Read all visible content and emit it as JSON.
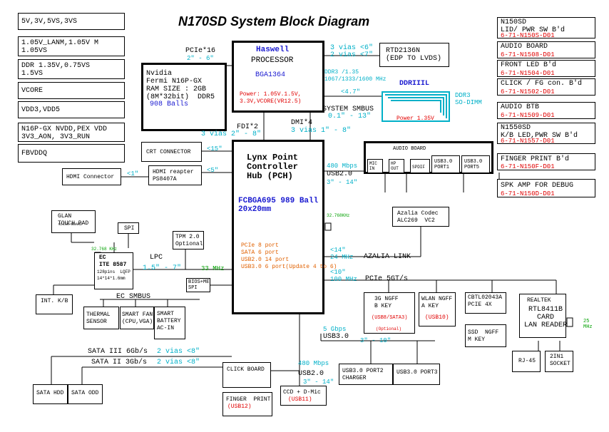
{
  "title": "N170SD System Block Diagram",
  "left_power": [
    "5V,3V,5VS,3VS",
    "1.05V_LANM,1.05V M\n1.05VS",
    "DDR 1.35V,0.75VS\n1.5VS",
    "VCORE",
    "VDD3,VDD5",
    "N16P-GX NVDD,PEX VDD\n3V3_AON, 3V3_RUN",
    "FBVDDQ"
  ],
  "right_boards": [
    {
      "name": "N150SD\nLID/ PWR SW B'd",
      "code": "6-71-N150S-D01"
    },
    {
      "name": "AUDIO BOARD",
      "code": "6-71-N1508-D01"
    },
    {
      "name": "FRONT LED B'd",
      "code": "6-71-N1504-D01"
    },
    {
      "name": "CLICK / FG con. B'd",
      "code": "6-71-N1502-D01"
    },
    {
      "name": "AUDIO BTB",
      "code": "6-71-N1509-D01"
    },
    {
      "name": "N1550SD\nK/B LED,PWR SW B'd",
      "code": "6-71-N1557-D01"
    },
    {
      "name": "FINGER PRINT B'd",
      "code": "6-71-N150F-D01"
    },
    {
      "name": "SPK AMP FOR DEBUG",
      "code": "6-71-N150D-D01"
    }
  ],
  "cpu": {
    "name": "Haswell",
    "label": "PROCESSOR",
    "pkg": "BGA1364",
    "power": "Power: 1.05V.1.5V,\n3.3V,VCORE(VR12.5)"
  },
  "gpu": {
    "text": "Nvidia\nFermi N16P-GX\nRAM SIZE : 2GB\n(8M*32bit)  DDR5",
    "balls": "908 Balls",
    "bus": "PCIe*16",
    "vias": "2\" - 6\""
  },
  "edp": {
    "name": "RTD2136N\n(EDP TO LVDS)",
    "vias": "3 vias <6\"\n2 vias <7\""
  },
  "ddr": {
    "speed": "DDR3 /1.35\n1067/1333/1600 MHz",
    "name": "DDRIIIL",
    "len": "<4.7\"",
    "power": "Power 1.35V",
    "sodimm": "DDR3\nSO-DIMM"
  },
  "smbus": {
    "label": "SYSTEM SMBUS",
    "len": "0.1\" - 13\""
  },
  "fdi": {
    "label": "FDI*2",
    "vias": "3 vias 2\" - 8\""
  },
  "dmi": {
    "label": "DMI*4",
    "vias": "3 vias 1\" - 8\""
  },
  "crt": {
    "label": "CRT CONNECTOR",
    "len": "<15\""
  },
  "hdmi": {
    "conn": "HDMI Connector",
    "len1": "<1\"",
    "rep": "HDMI reapter\nPS8407A",
    "len2": "<5\""
  },
  "pch": {
    "name": "Lynx Point\nController\nHub (PCH)",
    "pkg": "FCBGA695 989 Ball\n20x20mm",
    "ports": "PCIe 8 port\nSATA 6 port\nUSB2.0 14 port\nUSB3.0 6 port(Update 4 to 6)"
  },
  "audio": {
    "title": "AUDIO BOARD",
    "jacks": [
      "MIC\nIN",
      "HP\nOUT",
      "SPDIF",
      "USB3.0\nPORT1",
      "USB3.0\nPORT5"
    ],
    "usb": "USB2.0",
    "mbps": "480 Mbps",
    "len": "3\" - 14\"",
    "codec": "Azalia Codec\nALC269  VC2",
    "xtal": "32.768KHz"
  },
  "azalia": {
    "len": "<14\"",
    "mhz": "24 MHz",
    "label": "AZALIA LINK"
  },
  "pcie": {
    "len": "<10\"",
    "mhz": "100 MHz",
    "label": "PCIe 5GT/s"
  },
  "ec": {
    "name": "EC\nITE 8587",
    "pkg": "128pins  LQFP\n14*14*1.6mm",
    "clk": "32.768 KHz",
    "lpc": "LPC",
    "lpc_len": "1.5\" - 7\"",
    "lpc_mhz": "33 MHz",
    "smbus": "EC SMBUS"
  },
  "kbc": [
    "GLAN\nTOUCH PAD",
    "CLICK BOARD"
  ],
  "spi": "SPI",
  "tpm": "TPM 2.0\nOptional",
  "bios": "BIOS+ME\nSPI",
  "intkb": "INT. K/B",
  "thermal": "THERMAL\nSENSOR",
  "smartfan": "SMART FAN\n(CPU,VGA)",
  "battery": "SMART\nBATTERY\nAC-IN",
  "sata3": {
    "label": "SATA III 6Gb/s",
    "vias": "2 vias <8\""
  },
  "sata2": {
    "label": "SATA II 3Gb/s",
    "vias": "2 vias <8\""
  },
  "sata_hdd": "SATA HDD",
  "sata_odd": "SATA ODD",
  "click_board": "CLICK BOARD",
  "finger": {
    "name": "FINGER  PRINT",
    "usb": "(USB12)"
  },
  "ccd": {
    "name": "CCD + D-Mic",
    "usb": "(USB11)"
  },
  "usb2b": {
    "label": "USB2.0",
    "mbps": "480 Mbps",
    "len": "3\" - 14\""
  },
  "usb3": {
    "label": "USB3.0",
    "gbps": "5 Gbps",
    "len": "3\" - 10\""
  },
  "ngff_3g": {
    "name": "3G NGFF\nB KEY",
    "usb": "(USB8/SATA3)",
    "opt": "(Optional)"
  },
  "ngff_wlan": {
    "name": "WLAN NGFF\nA KEY",
    "usb": "(USB10)"
  },
  "cbtl": "CBTL02043A\nPCIE 4X",
  "ssd": "SSD  NGFF\nM KEY",
  "lan": {
    "vendor": "REALTEK",
    "name": "RTL8411B\nCARD\nLAN READER",
    "xtal": "25\nMHz"
  },
  "rj45": "RJ-45",
  "socket": "2IN1\nSOCKET",
  "usb_port2": "USB3.0 PORT2\nCHARGER",
  "usb_port3": "USB3.0 PORT3"
}
